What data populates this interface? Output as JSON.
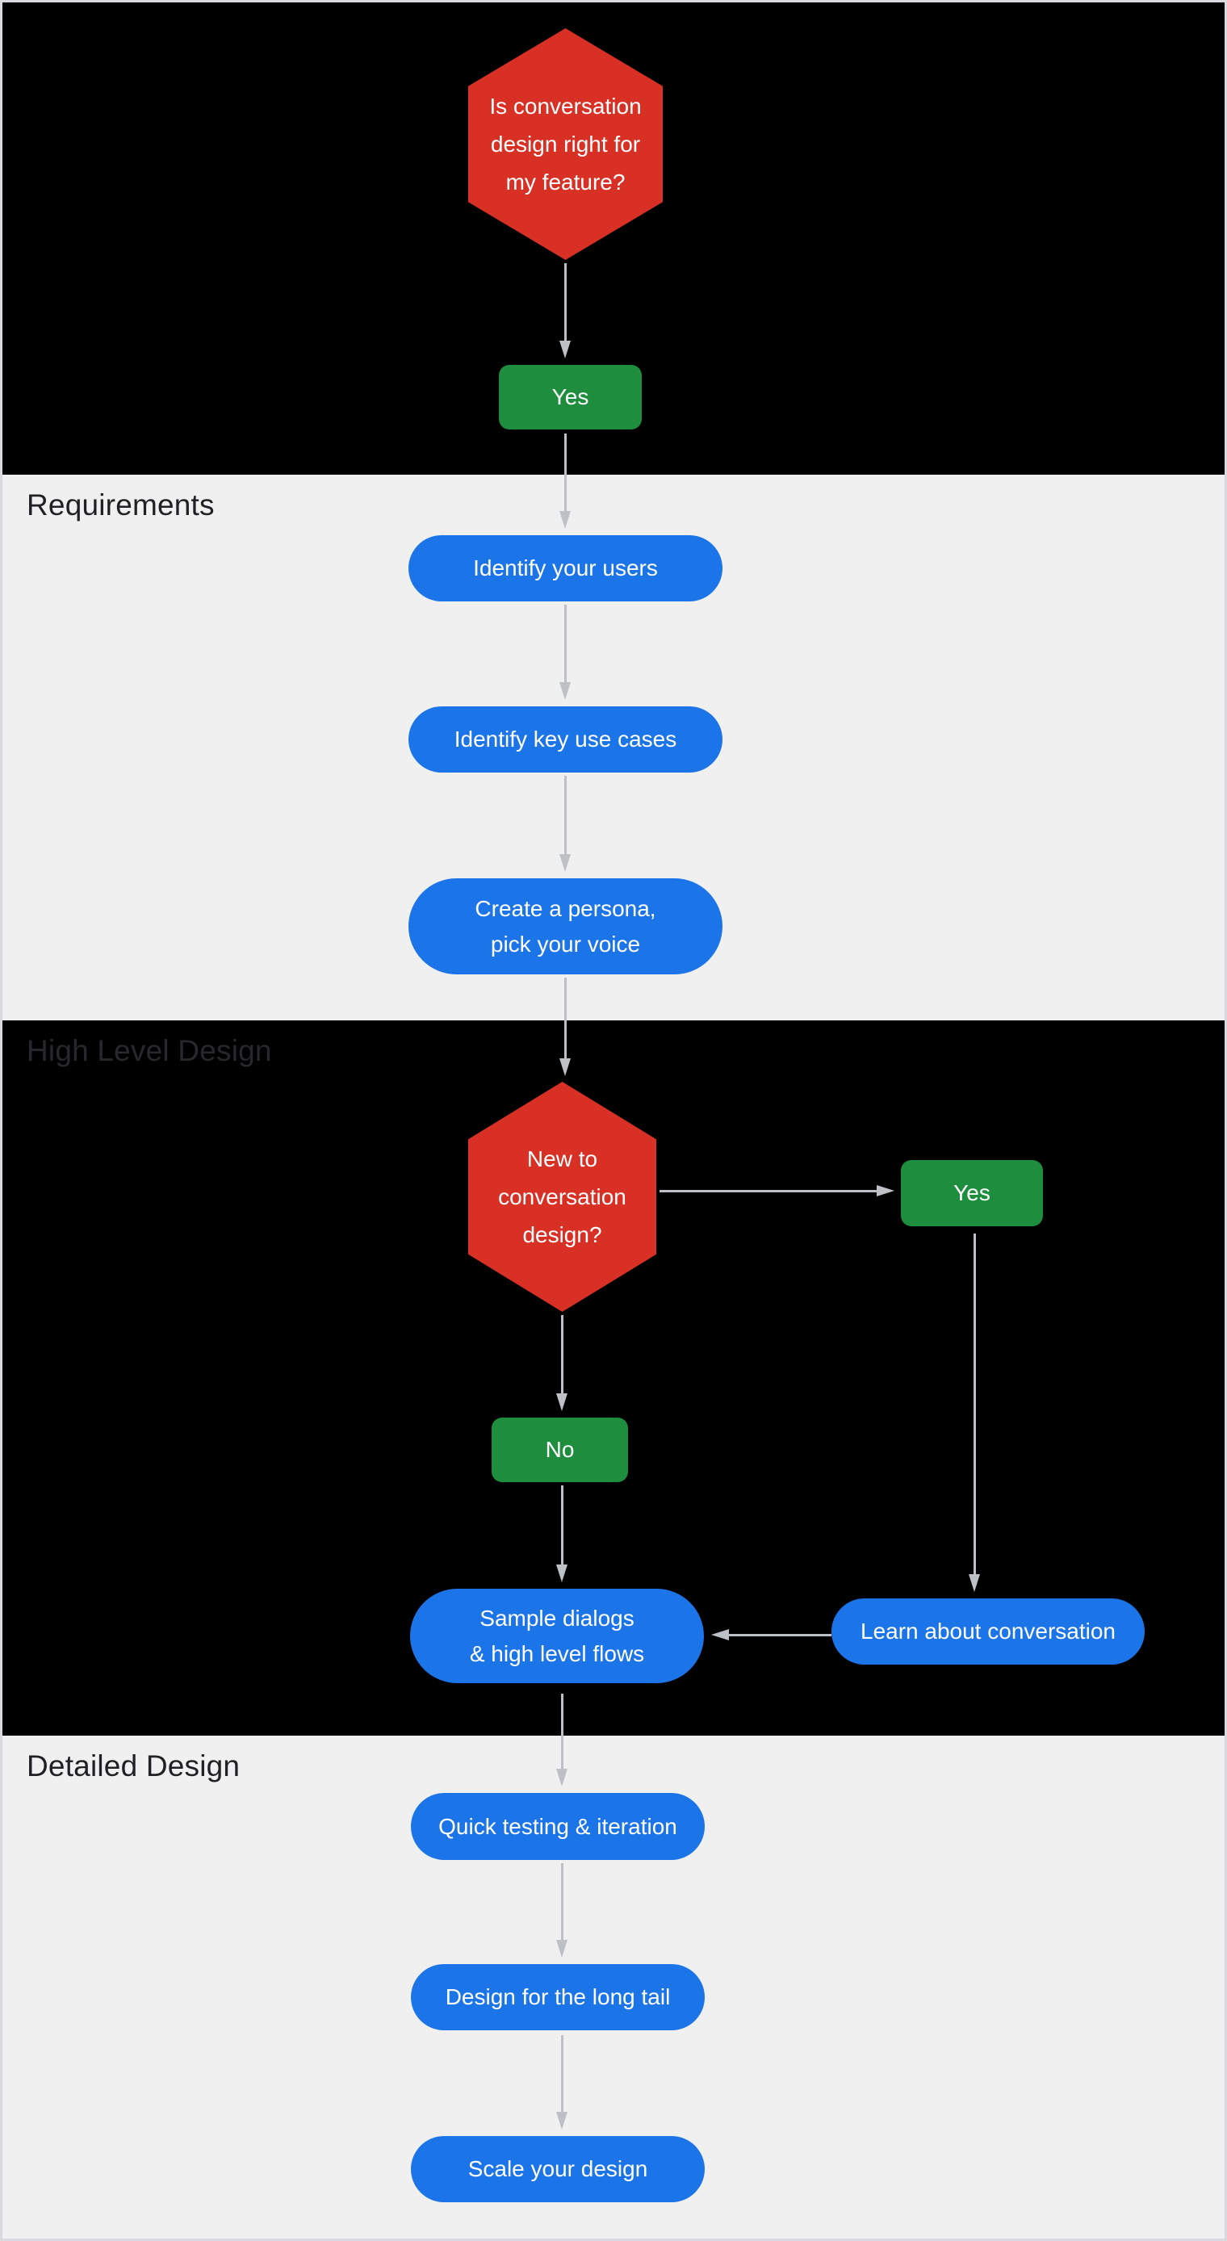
{
  "colors": {
    "bg-dark": "#000000",
    "bg-light": "#F0F0F0",
    "red": "#D93025",
    "green": "#1E8E3E",
    "blue": "#1C74E9",
    "arrow": "#BDC1C6",
    "label-dark": "#202124",
    "label-on-dark": "#26282C",
    "frame": "#D8DADD"
  },
  "sections": {
    "requirements": {
      "label": "Requirements"
    },
    "high_level_design": {
      "label": "High Level Design"
    },
    "detailed_design": {
      "label": "Detailed Design"
    }
  },
  "nodes": {
    "start_decision": {
      "kind": "decision",
      "label": "Is conversation\ndesign right for\nmy feature?"
    },
    "start_yes": {
      "kind": "answer",
      "label": "Yes"
    },
    "identify_users": {
      "kind": "step",
      "label": "Identify your users"
    },
    "identify_use_cases": {
      "kind": "step",
      "label": "Identify key use cases"
    },
    "create_persona": {
      "kind": "step",
      "label": "Create a persona,\npick your voice"
    },
    "new_to_design": {
      "kind": "decision",
      "label": "New to\nconversation\ndesign?"
    },
    "new_yes": {
      "kind": "answer",
      "label": "Yes"
    },
    "new_no": {
      "kind": "answer",
      "label": "No"
    },
    "sample_dialogs": {
      "kind": "step",
      "label": "Sample dialogs\n& high level flows"
    },
    "learn_conversation": {
      "kind": "step",
      "label": "Learn about conversation"
    },
    "quick_testing": {
      "kind": "step",
      "label": "Quick testing & iteration"
    },
    "design_long_tail": {
      "kind": "step",
      "label": "Design for the long tail"
    },
    "scale_design": {
      "kind": "step",
      "label": "Scale your design"
    }
  },
  "edges": [
    {
      "from": "start_decision",
      "to": "start_yes"
    },
    {
      "from": "start_yes",
      "to": "identify_users"
    },
    {
      "from": "identify_users",
      "to": "identify_use_cases"
    },
    {
      "from": "identify_use_cases",
      "to": "create_persona"
    },
    {
      "from": "create_persona",
      "to": "new_to_design"
    },
    {
      "from": "new_to_design",
      "to": "new_yes"
    },
    {
      "from": "new_to_design",
      "to": "new_no"
    },
    {
      "from": "new_yes",
      "to": "learn_conversation"
    },
    {
      "from": "learn_conversation",
      "to": "sample_dialogs"
    },
    {
      "from": "new_no",
      "to": "sample_dialogs"
    },
    {
      "from": "sample_dialogs",
      "to": "quick_testing"
    },
    {
      "from": "quick_testing",
      "to": "design_long_tail"
    },
    {
      "from": "design_long_tail",
      "to": "scale_design"
    }
  ]
}
